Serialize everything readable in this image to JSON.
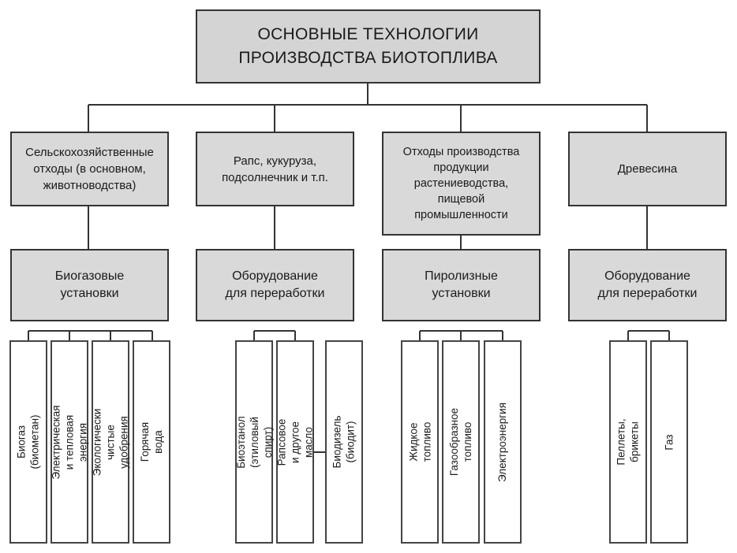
{
  "title": "ОСНОВНЫЕ ТЕХНОЛОГИИ\nПРОИЗВОДСТВА БИОТОПЛИВА",
  "columns": [
    {
      "source": "Сельскохозяйственные\nотходы (в основном,\nживотноводства)",
      "technology": "Биогазовые\nустановки",
      "products": [
        "Биогаз (биометан)",
        "Электрическая\nи тепловая энергия",
        "Экологически чистые\nудобрения",
        "Горячая вода"
      ]
    },
    {
      "source": "Рапс, кукуруза,\nподсолнечник и т.п.",
      "technology": "Оборудование\nдля переработки",
      "products": [
        "Биоэтанол\n(этиловый спирт)",
        "Рапсовое и другое масло",
        "Биодизель (биодит)"
      ]
    },
    {
      "source": "Отходы производства\nпродукции\nрастениеводства,\nпищевой\nпромышленности",
      "technology": "Пиролизные\nустановки",
      "products": [
        "Жидкое топливо",
        "Газообразное топливо",
        "Электроэнергия"
      ]
    },
    {
      "source": "Древесина",
      "technology": "Оборудование\nдля переработки",
      "products": [
        "Пеллеты, брикеты",
        "Газ"
      ]
    }
  ]
}
